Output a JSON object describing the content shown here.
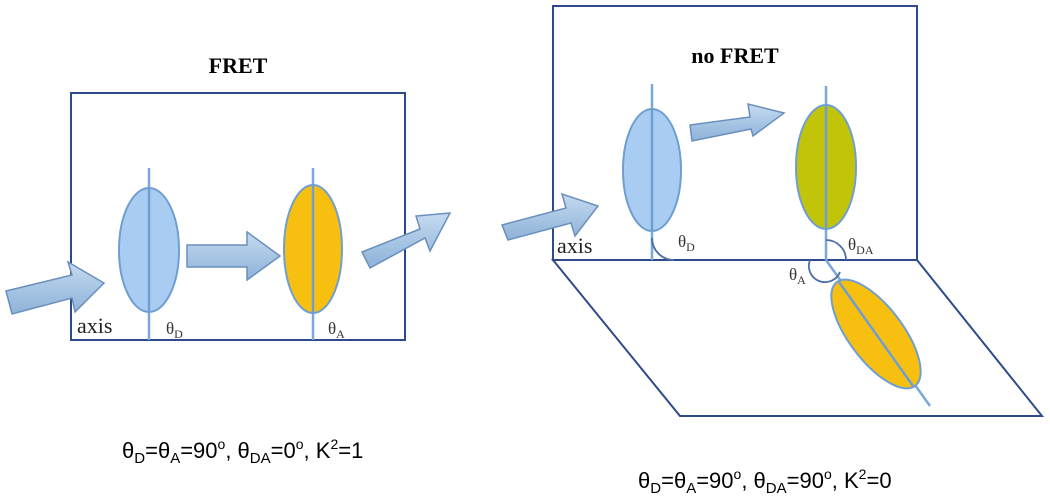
{
  "left_panel": {
    "title": "FRET",
    "axis_label": "axis",
    "donor_angle": {
      "symbol": "θ",
      "sub": "D"
    },
    "acceptor_angle": {
      "symbol": "θ",
      "sub": "A"
    },
    "equation": {
      "t1": "θ",
      "s1": "D",
      "t2": "=θ",
      "s2": "A",
      "t3": "=90",
      "sup1": "o",
      "t4": ", θ",
      "s3": "DA",
      "t5": "=0",
      "sup2": "o",
      "t6": ", K",
      "sup3": "2",
      "t7": "=1"
    }
  },
  "right_panel": {
    "title": "no FRET",
    "axis_label": "axis",
    "donor_angle": {
      "symbol": "θ",
      "sub": "D"
    },
    "donor_acceptor_angle": {
      "symbol": "θ",
      "sub": "DA"
    },
    "acceptor_angle": {
      "symbol": "θ",
      "sub": "A"
    },
    "equation": {
      "t1": "θ",
      "s1": "D",
      "t2": "=θ",
      "s2": "A",
      "t3": "=90",
      "sup1": "o",
      "t4": ", θ",
      "s3": "DA",
      "t5": "=90",
      "sup2": "o",
      "t6": ", K",
      "sup3": "2",
      "t7": "=0"
    }
  },
  "colors": {
    "frame": "#2f4a8c",
    "donor_fill": "#a9cdf2",
    "donor_stroke": "#6f9fd0",
    "acceptor_fill": "#f7c010",
    "acceptor_olive": "#c2c40a",
    "arrow_fill": "#a8c6e4",
    "arrow_stroke": "#6a8fbd"
  }
}
